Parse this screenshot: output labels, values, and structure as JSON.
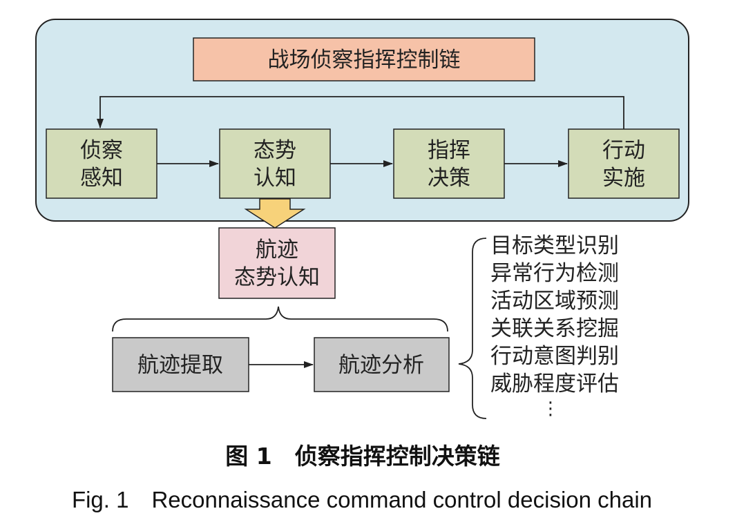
{
  "diagram": {
    "chain_title": "战场侦察指挥控制链",
    "stages": [
      {
        "line1": "侦察",
        "line2": "感知"
      },
      {
        "line1": "态势",
        "line2": "认知"
      },
      {
        "line1": "指挥",
        "line2": "决策"
      },
      {
        "line1": "行动",
        "line2": "实施"
      }
    ],
    "track_cognition": {
      "line1": "航迹",
      "line2": "态势认知"
    },
    "track_extraction": "航迹提取",
    "track_analysis": "航迹分析",
    "analysis_tasks": [
      "目标类型识别",
      "异常行为检测",
      "活动区域预测",
      "关联关系挖掘",
      "行动意图判别",
      "威胁程度评估",
      "⋮"
    ]
  },
  "caption": {
    "cn": "图 1　侦察指挥控制决策链",
    "en": "Fig. 1　Reconnaissance command control decision chain"
  },
  "colors": {
    "outer_panel": "#d3e8ef",
    "title_box": "#f6c2a8",
    "stage_box": "#d3dcb8",
    "track_cognition_box": "#f1d4d8",
    "gray_box": "#c9c9c9",
    "big_arrow": "#f7d27a"
  }
}
